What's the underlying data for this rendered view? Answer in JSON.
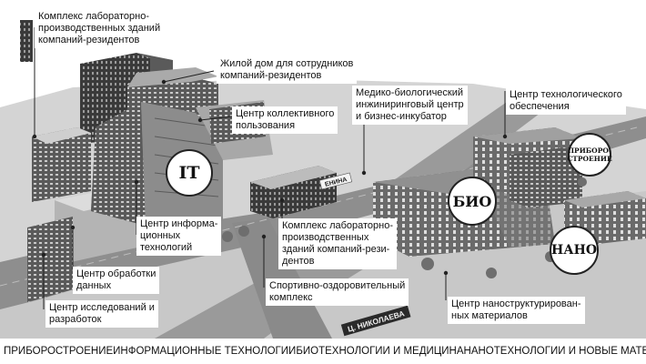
{
  "labels": {
    "lab_complex_top": "Комплекс лабораторно-\nпроизводственных зданий\nкомпаний-резидентов",
    "residential": "Жилой дом для сотрудников\nкомпаний-резидентов",
    "collective_center": "Центр коллективного\nпользования",
    "biomed_center": "Медико-биологический\nинжиниринговый центр\nи бизнес-инкубатор",
    "tech_support_center": "Центр технологического\nобеспечения",
    "it_center": "Центр информа-\nционных\nтехнологий",
    "lab_complex_mid": "Комплекс лабораторно-\nпроизводственных\nзданий компаний-рези-\nдентов",
    "data_center": "Центр обработки\nданных",
    "sports_complex": "Спортивно-оздоровительный\nкомплекс",
    "rd_center": "Центр исследований и\nразработок",
    "nano_center": "Центр наноструктурирован-\nных материалов"
  },
  "badges": {
    "it": "IT",
    "bio": "БИО",
    "nano": "НАНО",
    "instrument": "ПРИБОРО-\nСТРОЕНИЕ"
  },
  "street_signs": [
    "ЕНИНА",
    "Ц. НИКОЛАЕВА"
  ],
  "footer": [
    "ПРИБОРОСТРОЕНИЕ",
    "ИНФОРМАЦИОННЫЕ ТЕХНОЛОГИИ",
    "БИОТЕХНОЛОГИИ И МЕДИЦИНА",
    "НАНОТЕХНОЛОГИИ И НОВЫЕ МАТЕРИАЛЫ"
  ],
  "colors": {
    "ground": "#d2d2d2",
    "road": "#8c8c8c",
    "building_dark": "#4a4a4a",
    "building_light": "#9e9e9e",
    "leader": "#222222"
  }
}
